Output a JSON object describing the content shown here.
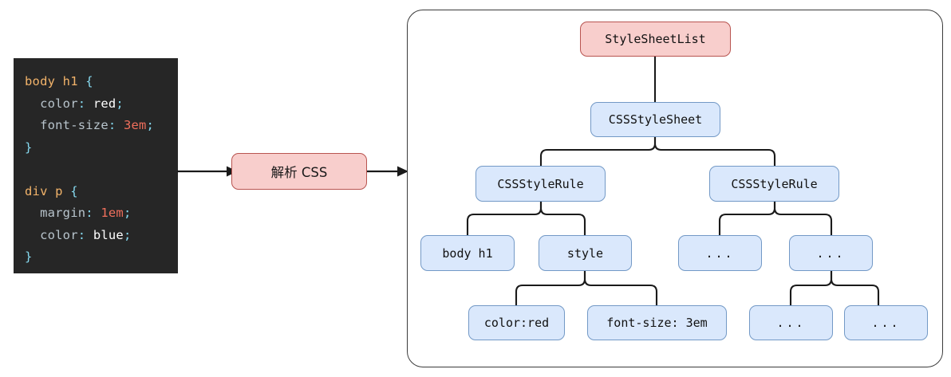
{
  "diagram": {
    "title": "CSS parsing to CSSOM tree",
    "colors": {
      "code_background": "#262626",
      "node_red_fill": "#f8cecc",
      "node_red_stroke": "#b85450",
      "node_blue_fill": "#dae8fc",
      "node_blue_stroke": "#7399c6",
      "connector": "#1a1a1a",
      "container_border": "#3b3b3b"
    }
  },
  "code": {
    "language": "css",
    "lines": [
      {
        "parts": [
          {
            "text": "body h1 ",
            "token": "selector"
          },
          {
            "text": "{",
            "token": "brace"
          }
        ]
      },
      {
        "parts": [
          {
            "text": "  color",
            "token": "property"
          },
          {
            "text": ": ",
            "token": "punctuation"
          },
          {
            "text": "red",
            "token": "value"
          },
          {
            "text": ";",
            "token": "punctuation"
          }
        ]
      },
      {
        "parts": [
          {
            "text": "  font-size",
            "token": "property"
          },
          {
            "text": ": ",
            "token": "punctuation"
          },
          {
            "text": "3em",
            "token": "number"
          },
          {
            "text": ";",
            "token": "punctuation"
          }
        ]
      },
      {
        "parts": [
          {
            "text": "}",
            "token": "brace"
          }
        ]
      },
      {
        "parts": []
      },
      {
        "parts": [
          {
            "text": "div p ",
            "token": "selector"
          },
          {
            "text": "{",
            "token": "brace"
          }
        ]
      },
      {
        "parts": [
          {
            "text": "  margin",
            "token": "property"
          },
          {
            "text": ": ",
            "token": "punctuation"
          },
          {
            "text": "1em",
            "token": "number"
          },
          {
            "text": ";",
            "token": "punctuation"
          }
        ]
      },
      {
        "parts": [
          {
            "text": "  color",
            "token": "property"
          },
          {
            "text": ": ",
            "token": "punctuation"
          },
          {
            "text": "blue",
            "token": "value"
          },
          {
            "text": ";",
            "token": "punctuation"
          }
        ]
      },
      {
        "parts": [
          {
            "text": "}",
            "token": "brace"
          }
        ]
      }
    ]
  },
  "parse_step": {
    "label": "解析 CSS"
  },
  "tree": {
    "nodes": {
      "stylesheetlist": "StyleSheetList",
      "cssstylesheet": "CSSStyleSheet",
      "cssstylerule_left": "CSSStyleRule",
      "cssstylerule_right": "CSSStyleRule",
      "selector_body_h1": "body h1",
      "style": "style",
      "dots_r1_a": "...",
      "dots_r1_b": "...",
      "decl_color": "color:red",
      "decl_font_size": "font-size: 3em",
      "dots_r2_a": "...",
      "dots_r2_b": "..."
    }
  }
}
